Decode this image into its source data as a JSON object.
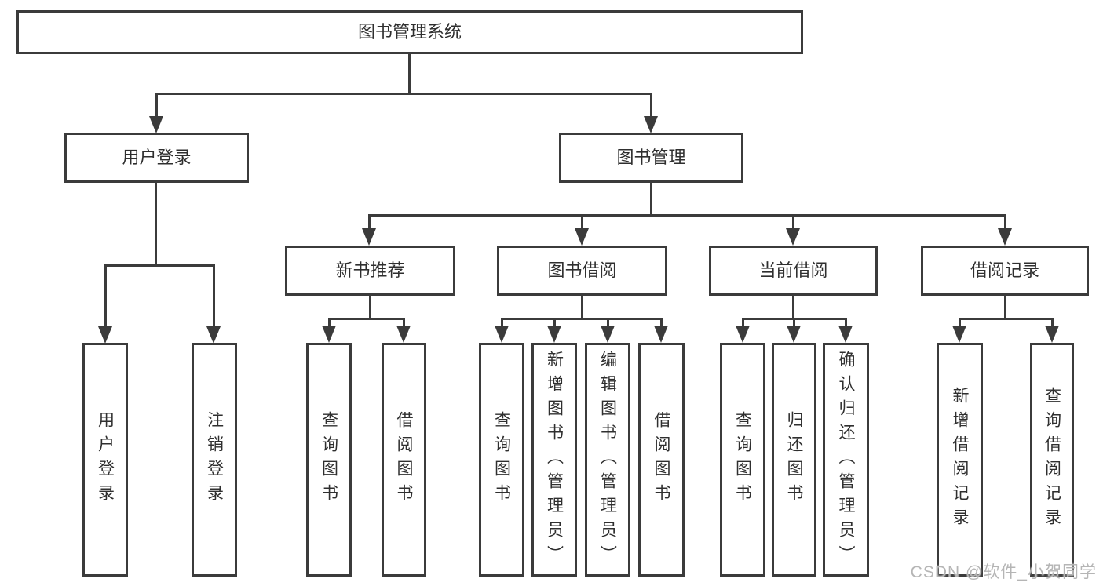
{
  "diagram": {
    "root": "图书管理系统",
    "branches": {
      "user_login": "用户登录",
      "book_mgmt": "图书管理"
    },
    "modules": {
      "new_books": "新书推荐",
      "borrowing": "图书借阅",
      "current": "当前借阅",
      "records": "借阅记录"
    },
    "leaves": {
      "user_login": [
        "用户登录",
        "注销登录"
      ],
      "new_books": [
        "查询图书",
        "借阅图书"
      ],
      "borrowing": [
        "查询图书",
        "新增图书（管理员）",
        "编辑图书（管理员）",
        "借阅图书"
      ],
      "current": [
        "查询图书",
        "归还图书",
        "确认归还（管理员）"
      ],
      "records": [
        "新增借阅记录",
        "查询借阅记录"
      ]
    },
    "watermark": "CSDN @软件_小贺同学",
    "colors": {
      "line": "#3b3b3b",
      "text": "#2f2f2f",
      "watermark": "#b5b5b5"
    }
  }
}
